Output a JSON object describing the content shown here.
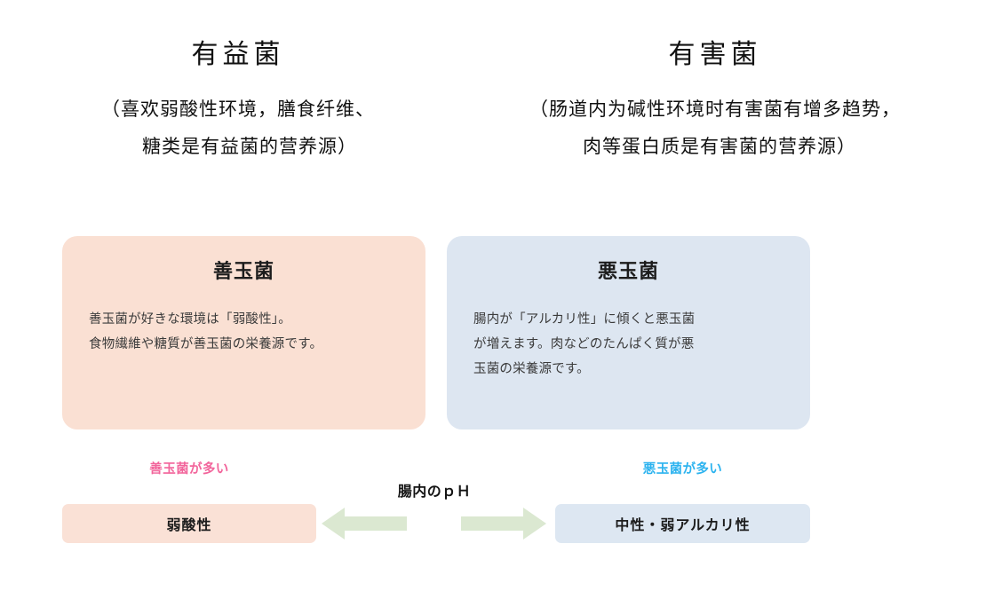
{
  "header": {
    "columns": [
      {
        "title": "有益菌",
        "subtitle_lines": [
          "（喜欢弱酸性环境，膳食纤维、",
          "糖类是有益菌的营养源）"
        ]
      },
      {
        "title": "有害菌",
        "subtitle_lines": [
          "（肠道内为碱性环境时有害菌有增多趋势，",
          "肉等蛋白质是有害菌的营养源）"
        ]
      }
    ]
  },
  "cards": [
    {
      "id": "good-bacteria",
      "title": "善玉菌",
      "body_lines": [
        "善玉菌が好きな環境は「弱酸性」。",
        "食物繊維や糖質が善玉菌の栄養源です。"
      ],
      "background_color": "#fae0d3"
    },
    {
      "id": "bad-bacteria",
      "title": "悪玉菌",
      "body_lines": [
        "腸内が「アルカリ性」に傾くと悪玉菌",
        "が増えます。肉などのたんぱく質が悪",
        "玉菌の栄養源です。"
      ],
      "background_color": "#dde6f1"
    }
  ],
  "ph_scale": {
    "center_label": "腸内のｐＨ",
    "left": {
      "label": "善玉菌が多い",
      "label_color": "#f2649b",
      "bar_text": "弱酸性",
      "bar_color": "#fae1d6",
      "arrow": "arrow-left-icon"
    },
    "right": {
      "label": "悪玉菌が多い",
      "label_color": "#2cb3ef",
      "bar_text": "中性・弱アルカリ性",
      "bar_color": "#dde7f2",
      "arrow": "arrow-right-icon"
    },
    "arrow_color": "#dbe8d1"
  }
}
